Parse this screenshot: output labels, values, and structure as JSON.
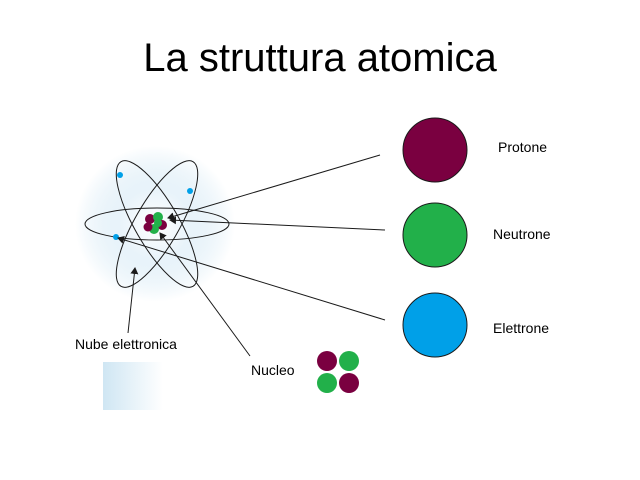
{
  "slide": {
    "title": "La struttura atomica"
  },
  "labels": {
    "proton": "Protone",
    "neutron": "Neutrone",
    "electron": "Elettrone",
    "electron_cloud": "Nube elettronica",
    "nucleus": "Nucleo"
  },
  "colors": {
    "proton": "#7a0040",
    "neutron": "#22b04a",
    "electron": "#00a0e8",
    "cloud": "#cfe6f3",
    "line": "#1a1a1a"
  }
}
